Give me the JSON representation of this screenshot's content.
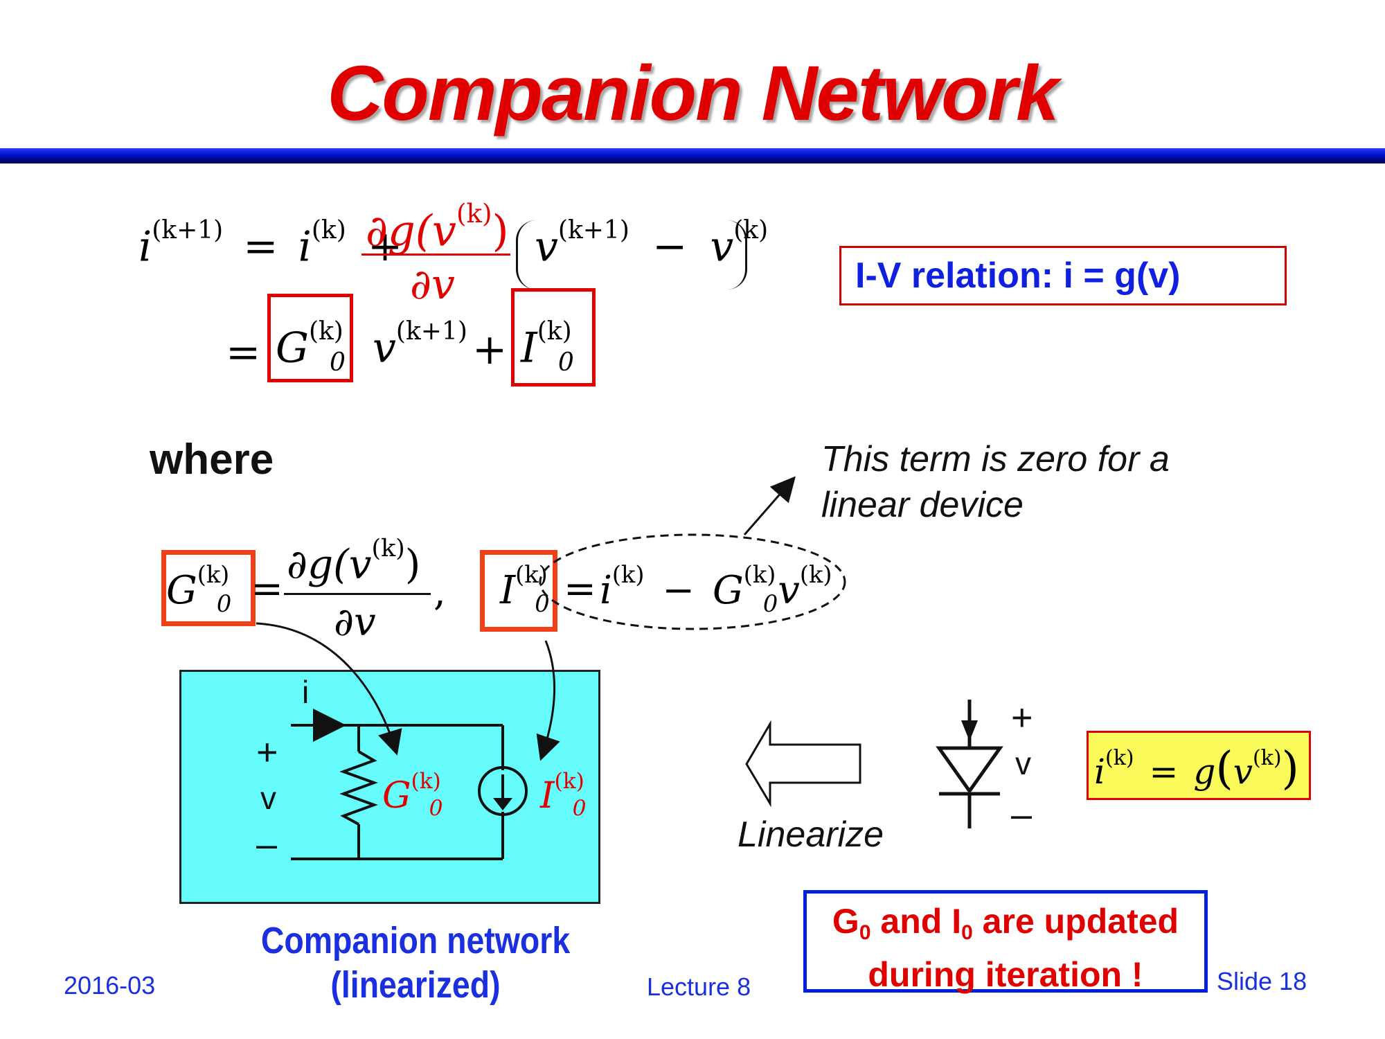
{
  "slide": {
    "title": "Companion Network",
    "where_label": "where",
    "iv_relation": "I-V relation:   i = g(v)",
    "note_line1": "This term is zero for a",
    "note_line2": "linear device",
    "linearize_label": "Linearize",
    "update_note": {
      "g": "G",
      "sub0": "0",
      "and": " and I",
      "sub1": "0",
      "rest": " are updated",
      "line2": "during iteration !"
    },
    "caption_line1": "Companion network",
    "caption_line2": "(linearized)",
    "footer": {
      "date": "2016-03",
      "lecture": "Lecture 8",
      "slide": "Slide 18"
    }
  },
  "equations": {
    "i": "i",
    "g_of": "∂g(v",
    "dv": "∂v",
    "v": "v",
    "G": "G",
    "I": "I",
    "k": "(k)",
    "k1": "(k+1)",
    "zero": "0",
    "minus": "−",
    "plus": "+",
    "eq": "=",
    "close": ")",
    "comma": ","
  },
  "circuit": {
    "current_label": "i",
    "plus": "+",
    "voltage_label": "v",
    "minus": "–",
    "diode_plus": "+",
    "diode_v": "v",
    "diode_minus": "–"
  },
  "colors": {
    "title": "#e00000",
    "accent_blue": "#1a2fe0",
    "cyan_box": "#66fcfc",
    "yellow_box": "#fafa5a"
  }
}
